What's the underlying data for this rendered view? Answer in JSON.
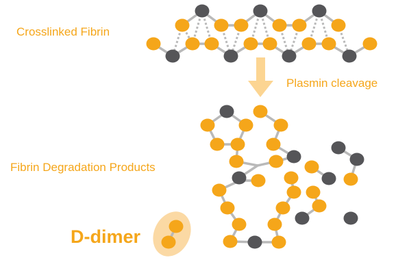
{
  "labels": {
    "crosslinked": "Crosslinked Fibrin",
    "plasmin": "Plasmin cleavage",
    "fdp": "Fibrin Degradation Products",
    "ddimer": "D-dimer"
  },
  "colors": {
    "orange": "#f5a61a",
    "gray": "#555558",
    "link": "#b9b9b9",
    "arrow": "#fcd592",
    "ddimer_halo": "#fbd9a4"
  }
}
